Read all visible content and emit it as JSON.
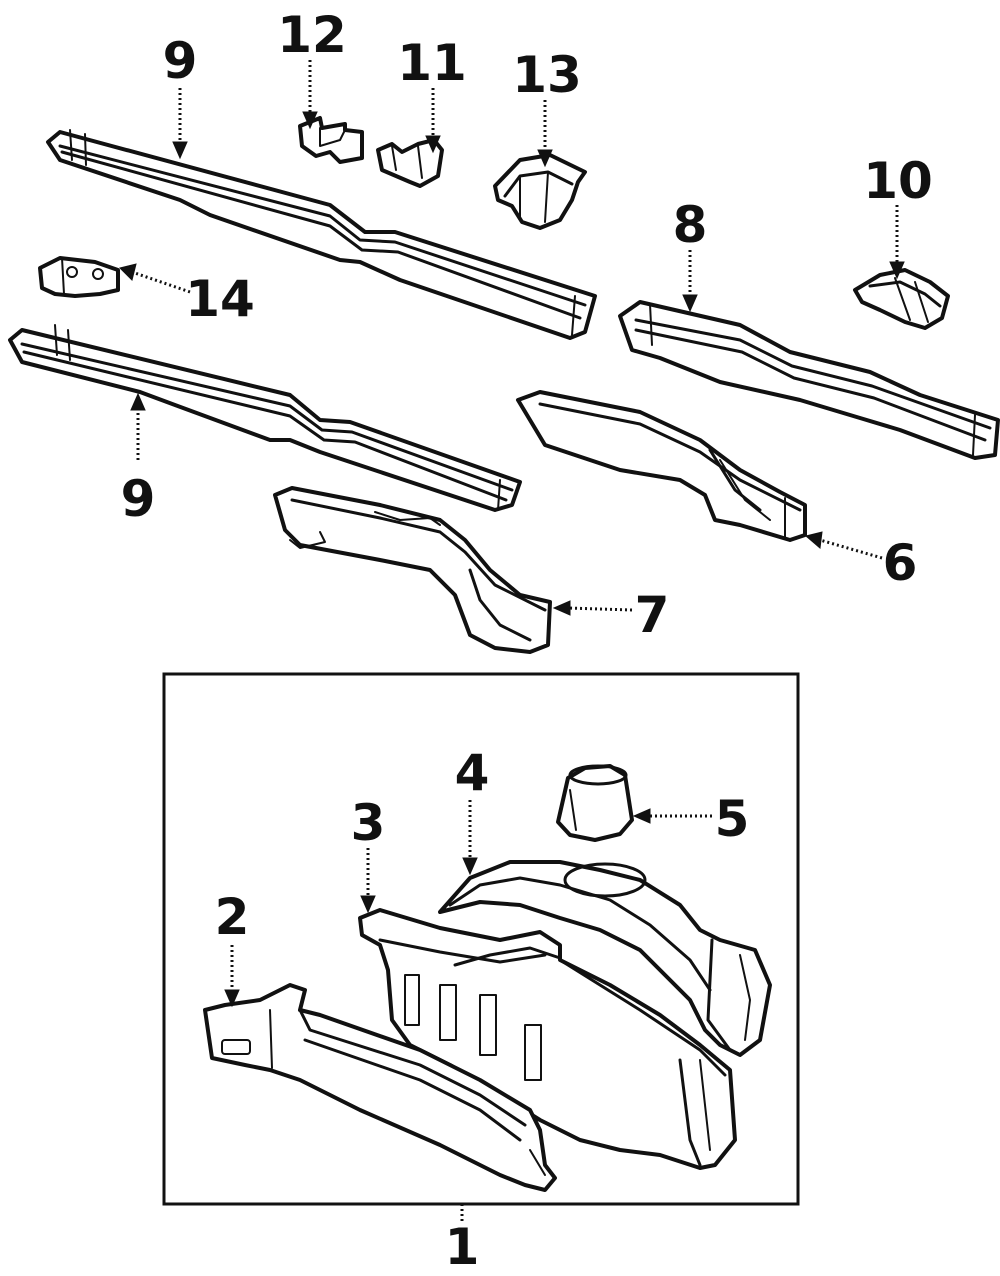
{
  "labels": {
    "l1": "1",
    "l2": "2",
    "l3": "3",
    "l4": "4",
    "l5": "5",
    "l6": "6",
    "l7": "7",
    "l8": "8",
    "l9_top": "9",
    "l9_bottom": "9",
    "l10": "10",
    "l11": "11",
    "l12": "12",
    "l13": "13",
    "l14": "14"
  }
}
